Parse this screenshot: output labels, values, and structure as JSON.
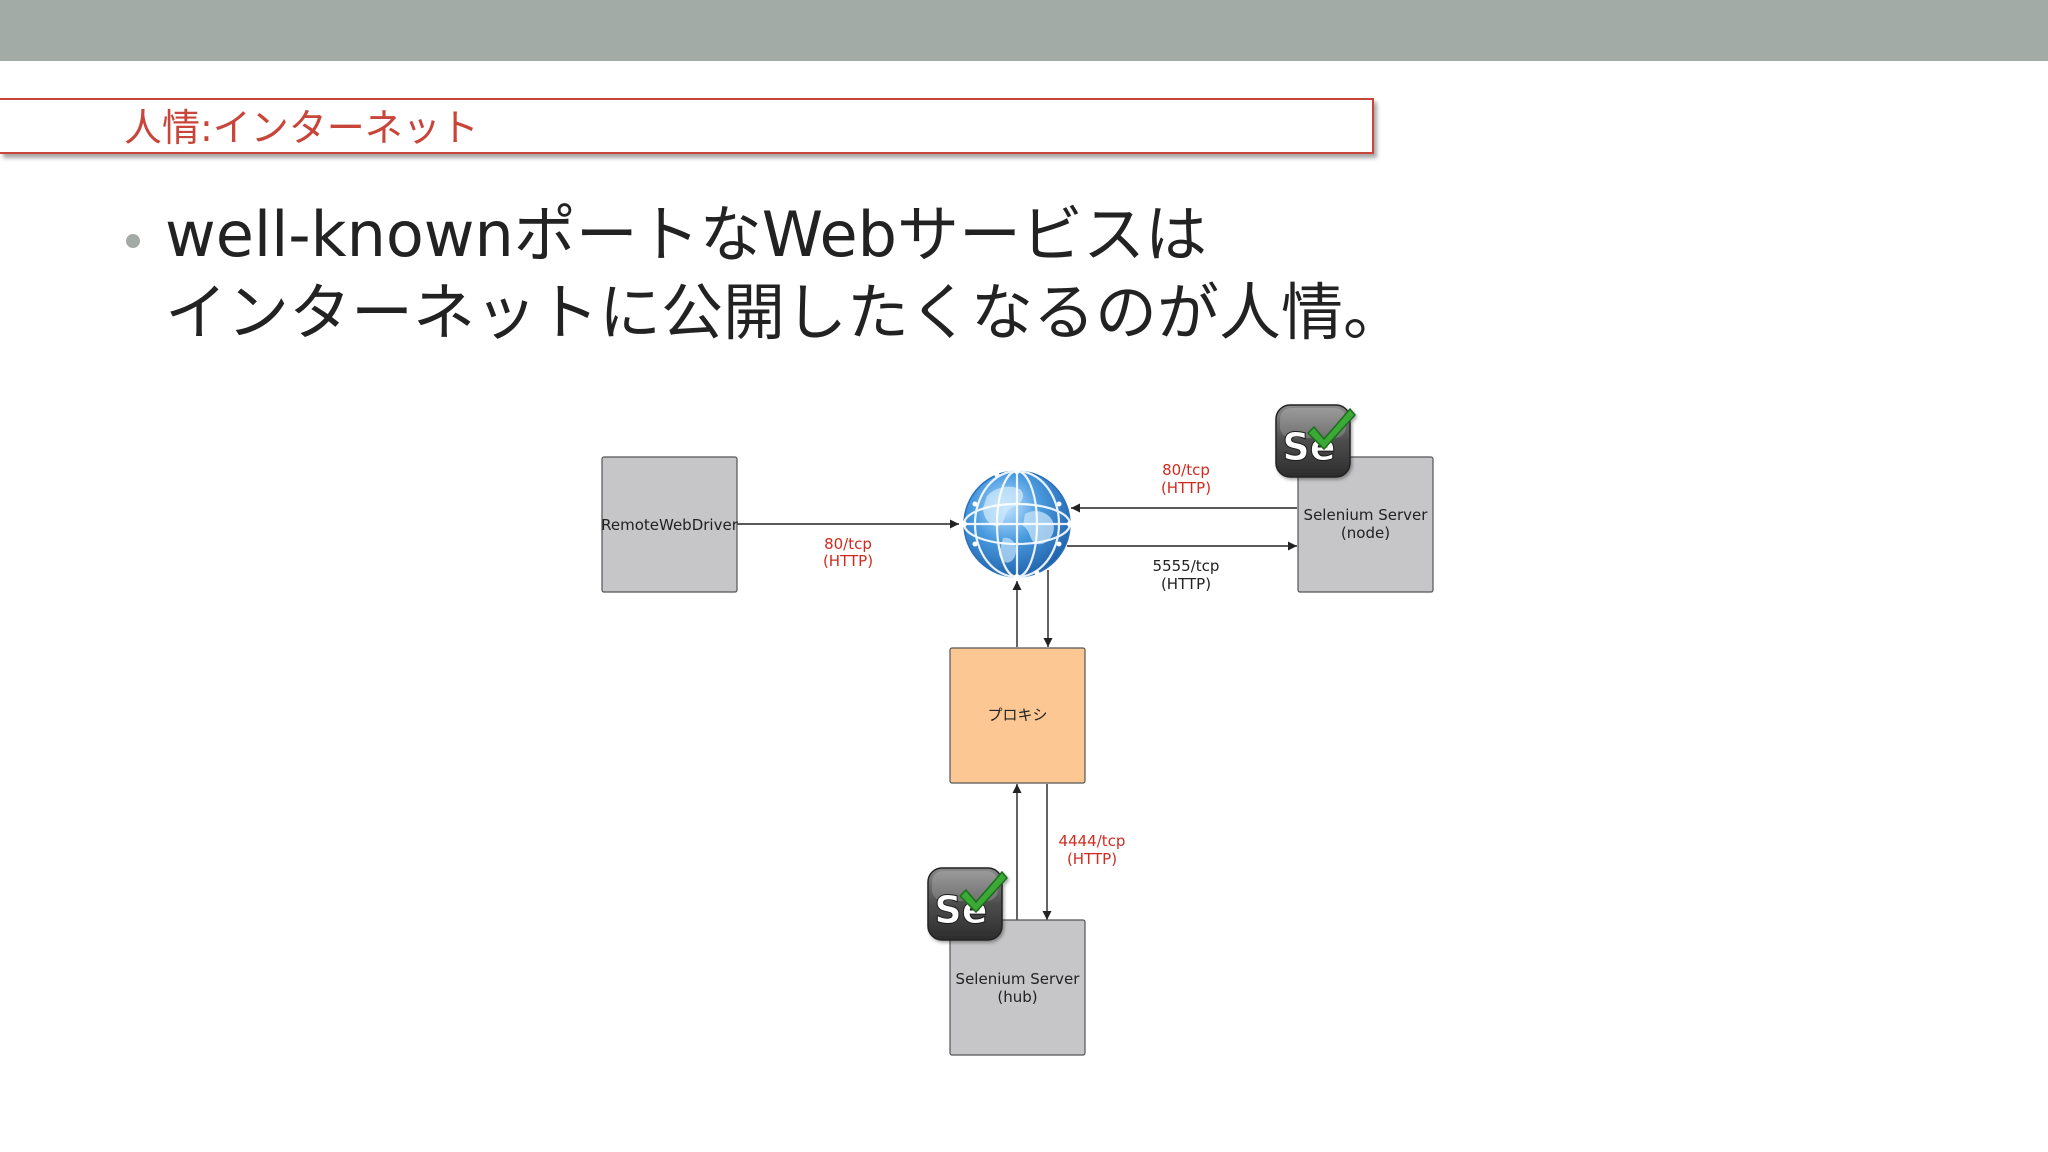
{
  "header": {
    "section_title": "人情:インターネット"
  },
  "bullet": {
    "line1": "well-knownポートなWebサービスは",
    "line2": "インターネットに公開したくなるのが人情。"
  },
  "diagram": {
    "nodes": {
      "remote_webdriver": {
        "label": "RemoteWebDriver"
      },
      "selenium_node": {
        "line1": "Selenium Server",
        "line2": "(node)"
      },
      "proxy": {
        "label": "プロキシ"
      },
      "selenium_hub": {
        "line1": "Selenium Server",
        "line2": "(hub)"
      }
    },
    "logo_text": "Se",
    "edges": {
      "webdriver_to_internet": {
        "port": "80/tcp",
        "proto": "(HTTP)"
      },
      "node_to_internet": {
        "port": "80/tcp",
        "proto": "(HTTP)"
      },
      "internet_to_node": {
        "port": "5555/tcp",
        "proto": "(HTTP)"
      },
      "proxy_to_hub": {
        "port": "4444/tcp",
        "proto": "(HTTP)"
      }
    }
  },
  "colors": {
    "accent_red": "#c8453a",
    "edge_label_red": "#d12b1f",
    "top_band": "#a3aba6",
    "box_gray": "#c6c5c7",
    "proxy_orange": "#fdc794",
    "globe_blue": "#3d8fd6",
    "check_green": "#3aa935"
  },
  "icons": [
    "globe-icon",
    "selenium-logo-icon",
    "checkmark-icon"
  ]
}
